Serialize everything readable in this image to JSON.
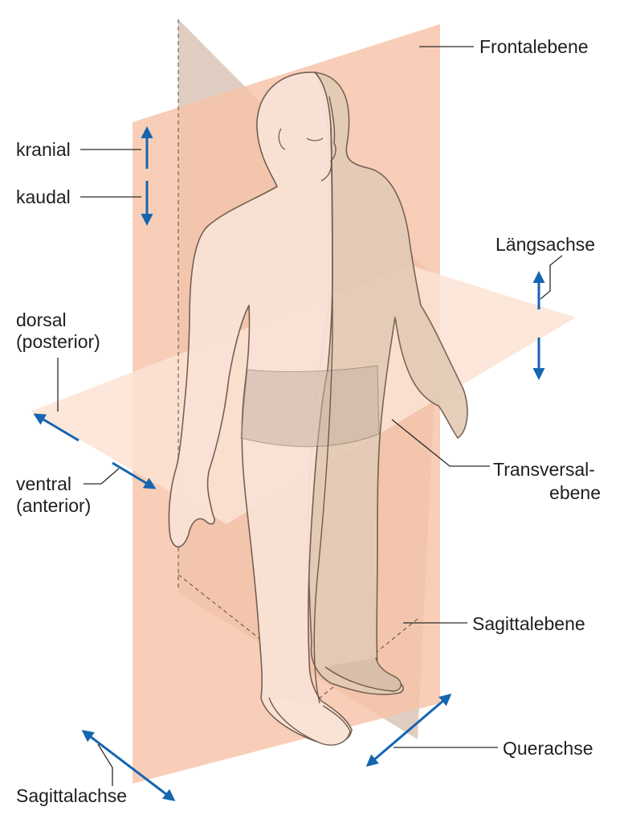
{
  "labels": {
    "frontalebene": "Frontalebene",
    "kranial": "kranial",
    "kaudal": "kaudal",
    "laengsachse": "Längsachse",
    "dorsal": "dorsal",
    "posterior": "(posterior)",
    "ventral": "ventral",
    "anterior": "(anterior)",
    "transversal_1": "Transversal-",
    "transversal_2": "ebene",
    "sagittalebene": "Sagittalebene",
    "querachse": "Querachse",
    "sagittalachse": "Sagittalachse"
  },
  "colors": {
    "plane_frontal": "#f6c3a8",
    "plane_sagittal": "#c7a58f",
    "plane_transversal": "#fbe3d3",
    "body_skin": "#f9e2d6",
    "arrow_blue": "#1565b0",
    "leader_line": "#2a2a2a"
  }
}
